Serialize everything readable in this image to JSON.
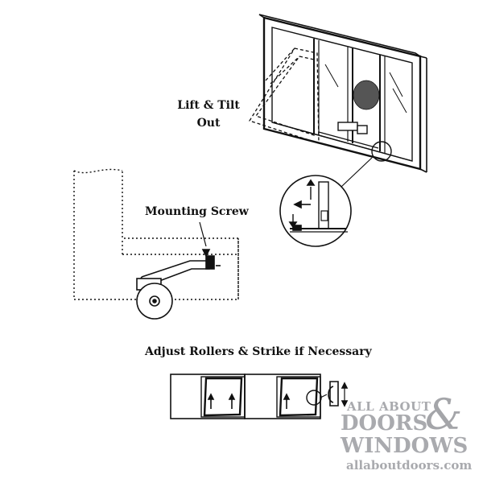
{
  "labels": {
    "lift_tilt": "Lift & Tilt\nOut",
    "mounting_screw": "Mounting Screw",
    "adjust": "Adjust Rollers & Strike if Necessary"
  },
  "watermark": {
    "line1": "ALL ABOUT",
    "line2": "DOORS",
    "ampersand": "&",
    "line3": "WINDOWS",
    "url": "allaboutdoors.com"
  },
  "colors": {
    "ink": "#111111",
    "watermark": "#a9aaae"
  }
}
